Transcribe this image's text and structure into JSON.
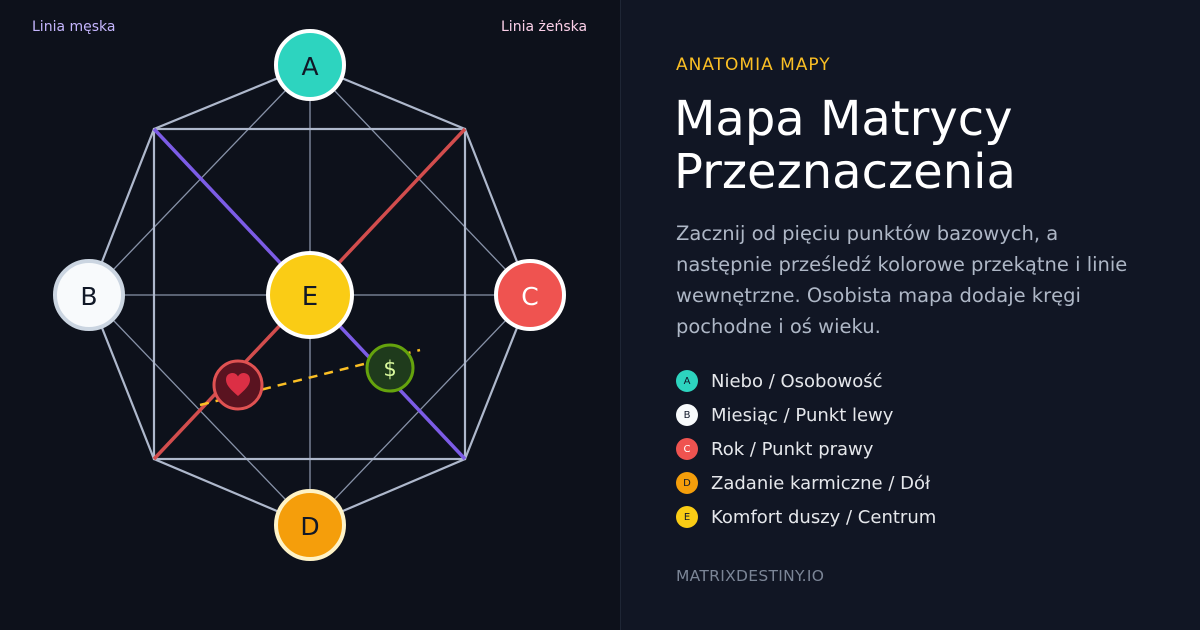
{
  "diagram": {
    "male_line_label": "Linia męska",
    "female_line_label": "Linia żeńska",
    "nodes": {
      "a": {
        "label": "A",
        "color": "#2dd4bf"
      },
      "b": {
        "label": "B",
        "color": "#f8fafc"
      },
      "c": {
        "label": "C",
        "color": "#ef5350"
      },
      "d": {
        "label": "D",
        "color": "#f59e0b"
      },
      "e": {
        "label": "E",
        "color": "#facc15"
      }
    },
    "love_icon": "heart-icon",
    "money_icon": "dollar-icon",
    "money_symbol": "$",
    "colors": {
      "male_line": "#7c5ce6",
      "female_line": "#d24d4d",
      "grid_lines": "#8792a8",
      "dashed_line": "#fbbf24"
    }
  },
  "info": {
    "eyebrow": "ANATOMIA MAPY",
    "title_line1": "Mapa Matrycy",
    "title_line2": "Przeznaczenia",
    "description": "Zacznij od pięciu punktów bazowych, a następnie prześledź kolorowe przekątne i linie wewnętrzne. Osobista mapa dodaje kręgi  pochodne i oś wieku.",
    "legend": [
      {
        "key": "A",
        "label": "Niebo / Osobowość",
        "color": "#2dd4bf"
      },
      {
        "key": "B",
        "label": "Miesiąc / Punkt lewy",
        "color": "#f8fafc"
      },
      {
        "key": "C",
        "label": "Rok / Punkt prawy",
        "color": "#ef5350"
      },
      {
        "key": "D",
        "label": "Zadanie karmiczne / Dół",
        "color": "#f59e0b"
      },
      {
        "key": "E",
        "label": "Komfort duszy / Centrum",
        "color": "#facc15"
      }
    ],
    "footer": "MATRIXDESTINY.IO"
  }
}
